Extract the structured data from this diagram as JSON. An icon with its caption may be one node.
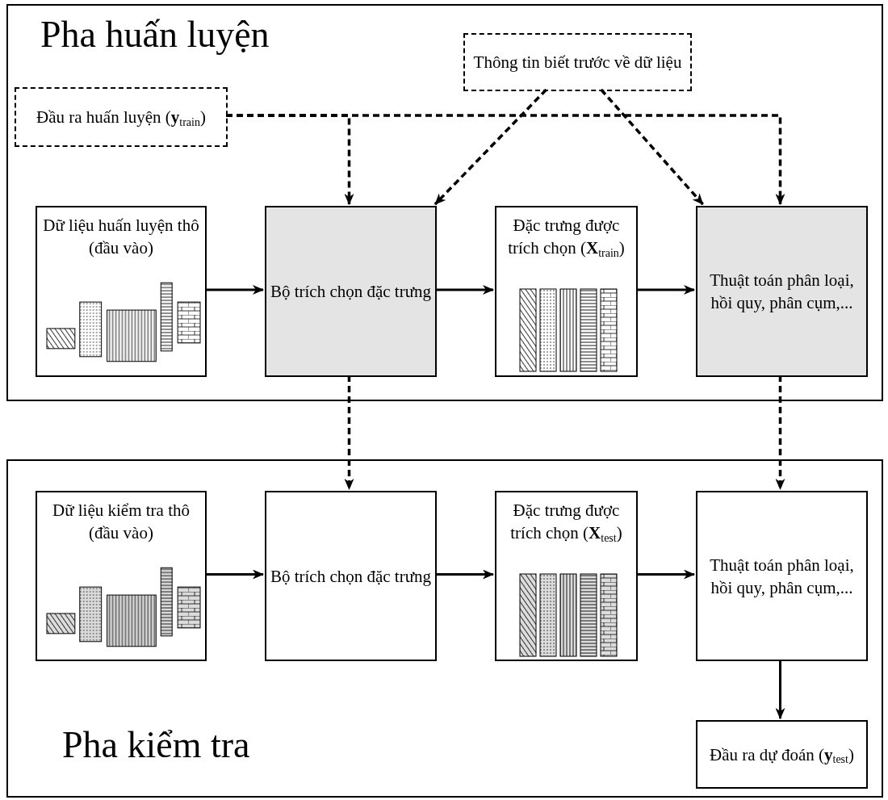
{
  "diagram": {
    "nodes": [
      {
        "text": [
          "Pha huấn luyện"
        ]
      },
      {
        "text": [
          "Đầu ra huấn luyện (**y**$_{train}$)"
        ],
        "in": 0
      },
      {
        "text": [
          "Thông tin biết trước về dữ liệu"
        ],
        "in": 0
      },
      {
        "text": [
          "Dữ liệu huấn luyện thô (đầu vào)"
        ],
        "in": 0
      },
      {
        "text": [
          "Bộ trích chọn đặc trưng"
        ],
        "in": 0
      },
      {
        "text": [
          "Đặc trưng được trích chọn (**X**$_{train}$)"
        ],
        "in": 0
      },
      {
        "text": [
          "Thuật toán phân loại, hồi quy, phân cụm,..."
        ],
        "in": 0
      },
      {
        "text": [
          "Pha kiểm tra"
        ]
      },
      {
        "text": [
          "Dữ liệu kiểm tra thô (đầu vào)"
        ],
        "in": 7
      },
      {
        "text": [
          "Bộ trích chọn đặc trưng"
        ],
        "in": 7
      },
      {
        "text": [
          "Đặc trưng được trích chọn (**X**$_{test}$)"
        ],
        "in": 7
      },
      {
        "text": [
          "Thuật toán phân loại, hồi quy, phân cụm,..."
        ],
        "in": 7
      },
      {
        "text": [
          "Đầu ra dự đoán (**y**$_{test}$)"
        ],
        "in": 7
      }
    ],
    "edges": [
      {
        "from": 1,
        "to": 4,
        "arrow": "to",
        "style": "dashed"
      },
      {
        "from": 1,
        "to": 6,
        "arrow": "to",
        "style": "dashed"
      },
      {
        "from": 2,
        "to": 4,
        "arrow": "to",
        "style": "dashed"
      },
      {
        "from": 2,
        "to": 6,
        "arrow": "to",
        "style": "dashed"
      },
      {
        "from": 3,
        "to": 4,
        "arrow": "to"
      },
      {
        "from": 4,
        "to": 5,
        "arrow": "to"
      },
      {
        "from": 5,
        "to": 6,
        "arrow": "to"
      },
      {
        "from": 4,
        "to": 9,
        "arrow": "to",
        "style": "dashed"
      },
      {
        "from": 6,
        "to": 11,
        "arrow": "to",
        "style": "dashed"
      },
      {
        "from": 8,
        "to": 9,
        "arrow": "to"
      },
      {
        "from": 9,
        "to": 10,
        "arrow": "to"
      },
      {
        "from": 10,
        "to": 11,
        "arrow": "to"
      },
      {
        "from": 11,
        "to": 12,
        "arrow": "to"
      }
    ]
  }
}
